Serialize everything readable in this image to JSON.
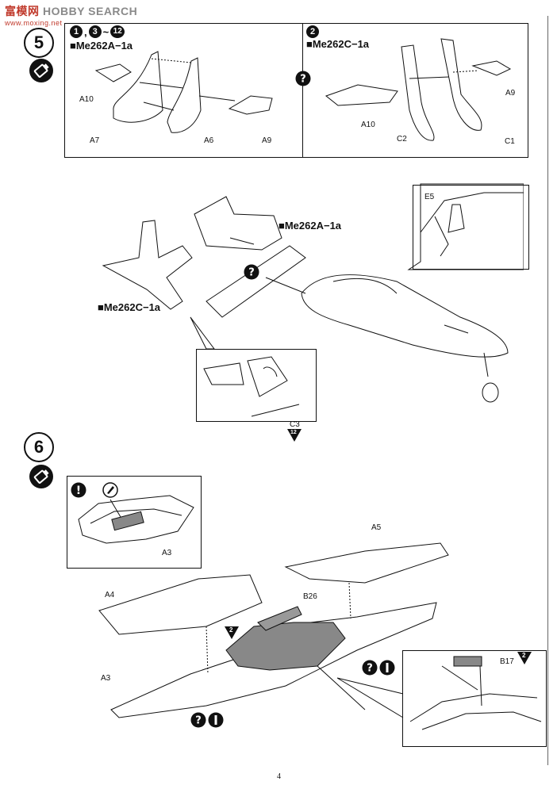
{
  "watermark": {
    "brand_chinese": "富模网",
    "brand_latin": "HOBBY SEARCH",
    "url": "www.moxing.net"
  },
  "step5": {
    "number": "5",
    "panel_a": {
      "header_numbers": [
        "1",
        "3",
        "12"
      ],
      "header_sep1": ",",
      "header_sep2": "~",
      "variant": "■Me262A−1a",
      "parts": [
        "A10",
        "A7",
        "A6",
        "A9"
      ]
    },
    "panel_b": {
      "header_number": "2",
      "variant": "■Me262C−1a",
      "parts": [
        "A10",
        "C2",
        "C1",
        "A9"
      ]
    },
    "main": {
      "variant_a": "■Me262A−1a",
      "variant_c": "■Me262C−1a",
      "part_e5": "E5",
      "part_c3": "C3",
      "c3_marker": "12"
    }
  },
  "step6": {
    "number": "6",
    "inset": {
      "part": "A3"
    },
    "parts": {
      "a5": "A5",
      "a4": "A4",
      "a3": "A3",
      "b26": "B26",
      "b17": "B17"
    },
    "markers": {
      "b26_marker": "2",
      "b17_marker": "2"
    }
  },
  "page_number": "4"
}
